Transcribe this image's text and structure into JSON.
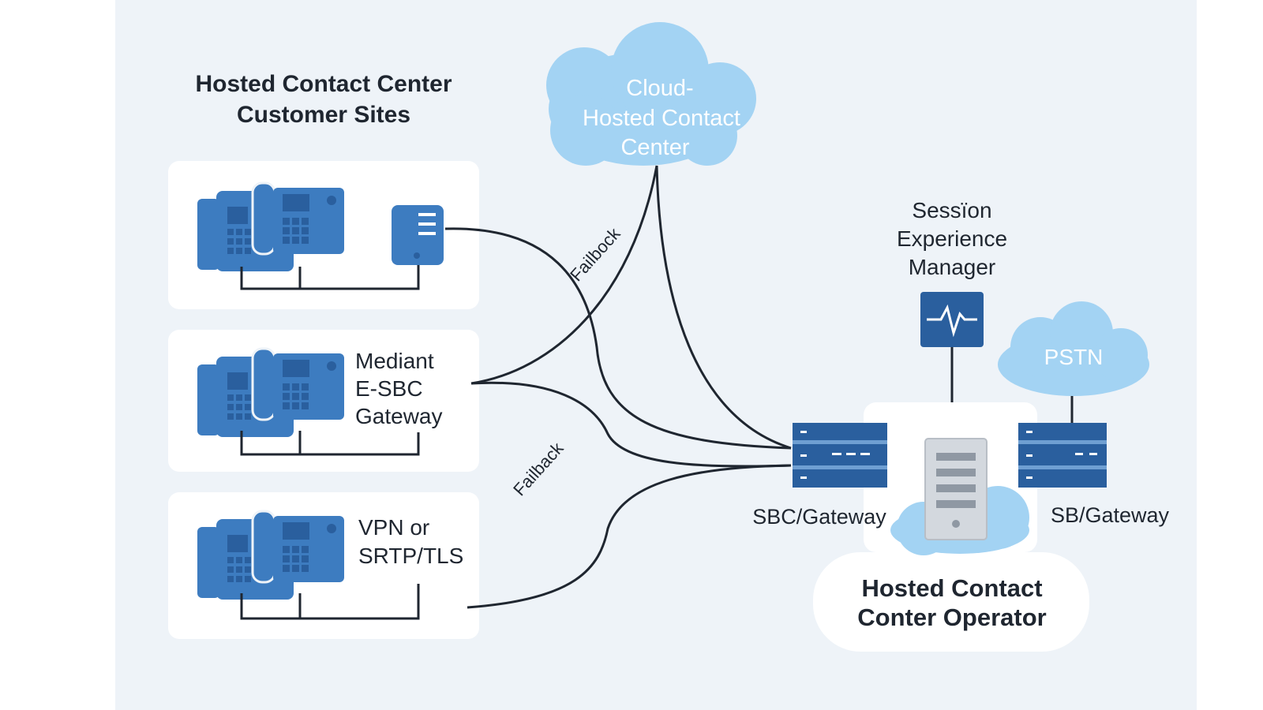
{
  "colors": {
    "background": "#eef3f8",
    "site_box": "#ffffff",
    "device_blue": "#3d7cc0",
    "device_dark": "#2a5f9e",
    "cloud_blue": "#a3d3f3",
    "line": "#1f2630",
    "server_gray": "#d3d8de"
  },
  "customer_sites": {
    "title_line1": "Hosted Contact Center",
    "title_line2": "Customer Sites",
    "site2_label": [
      "Mediant",
      "E-SBC",
      "Gateway"
    ],
    "site3_label": [
      "VPN or",
      "SRTP/TLS"
    ]
  },
  "cloud_center": {
    "line1": "Cloud-",
    "line2": "Hosted Contact",
    "line3": "Center"
  },
  "links": {
    "upper_label": "Failbock",
    "lower_label": "Failback"
  },
  "session_manager": {
    "line1": "Sessїon",
    "line2": "Experience",
    "line3": "Manager",
    "icon": "heartbeat-icon"
  },
  "pstn": {
    "label": "PSTN"
  },
  "gateways": {
    "left_label": "SBC/Gateway",
    "right_label": "SB/Gateway"
  },
  "operator": {
    "line1": "Hosted Contact",
    "line2": "Conter Operator"
  }
}
